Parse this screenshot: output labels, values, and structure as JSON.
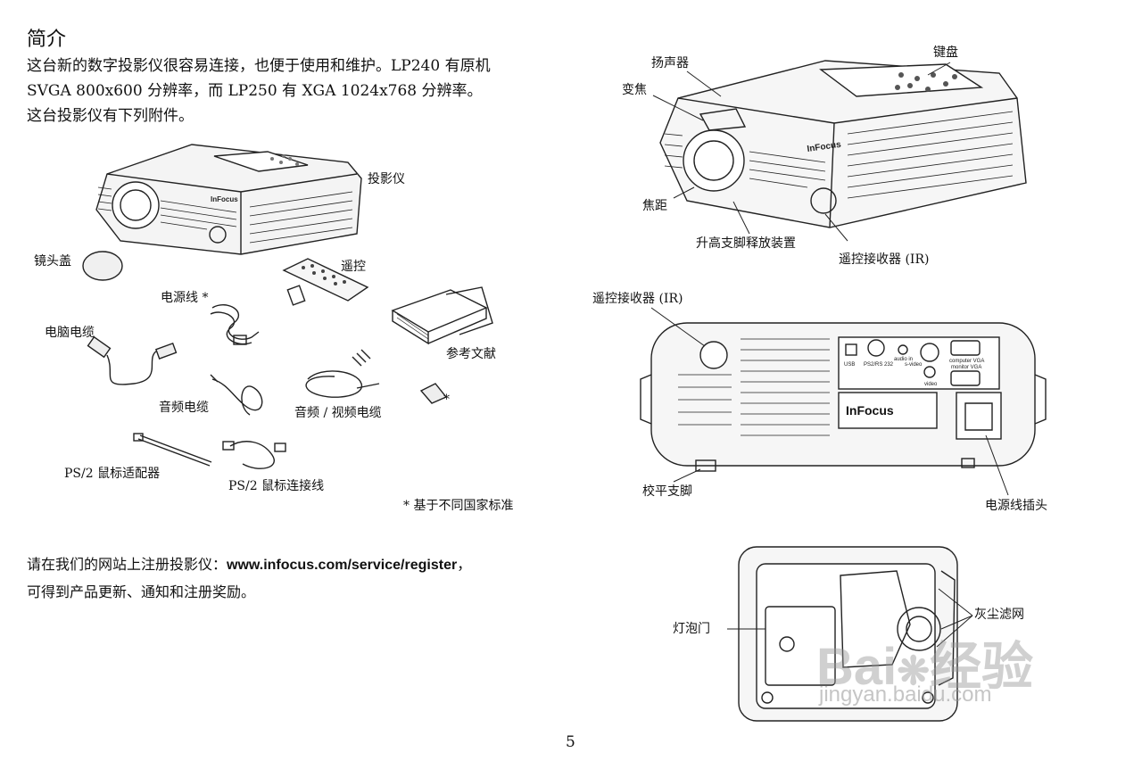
{
  "page": {
    "title": "简介",
    "intro": [
      "这台新的数字投影仪很容易连接，也便于使用和维护。LP240 有原机",
      "SVGA 800x600 分辨率，而 LP250 有 XGA 1024x768 分辨率。",
      "这台投影仪有下列附件。"
    ],
    "register_prefix": "请在我们的网站上注册投影仪：",
    "register_url": "www.infocus.com/service/register",
    "register_suffix": "，",
    "register_line2": "可得到产品更新、通知和注册奖励。",
    "page_number": "5"
  },
  "accessories": {
    "projector": "投影仪",
    "lens_cap": "镜头盖",
    "remote": "遥控",
    "power_cord": "电源线 *",
    "computer_cable": "电脑电缆",
    "reference_docs": "参考文献",
    "audio_cable": "音频电缆",
    "av_cable": "音频 / 视频电缆",
    "asterisk": "*",
    "ps2_adapter": "PS/2  鼠标适配器",
    "ps2_cable": "PS/2  鼠标连接线",
    "footnote": "* 基于不同国家标准"
  },
  "top_view": {
    "speaker": "扬声器",
    "keypad": "键盘",
    "zoom": "变焦",
    "focus": "焦距",
    "elevator": "升高支脚释放装置",
    "ir_receiver": "遥控接收器 (IR)",
    "brand": "InFocus"
  },
  "rear_view": {
    "ir_receiver": "遥控接收器 (IR)",
    "leveling_foot": "校平支脚",
    "power_connector": "电源线插头",
    "brand": "InFocus",
    "port_usb": "USB",
    "port_ps2": "PS2/RS 232",
    "port_audio": "audio in",
    "port_svideo": "s-video",
    "port_computer": "computer VGA",
    "port_monitor": "monitor VGA",
    "port_video": "video"
  },
  "bottom_view": {
    "lamp_door": "灯泡门",
    "dust_filter": "灰尘滤网"
  },
  "watermark": {
    "brand": "Bai",
    "brand2": "经验",
    "url": "jingyan.baidu.com"
  }
}
